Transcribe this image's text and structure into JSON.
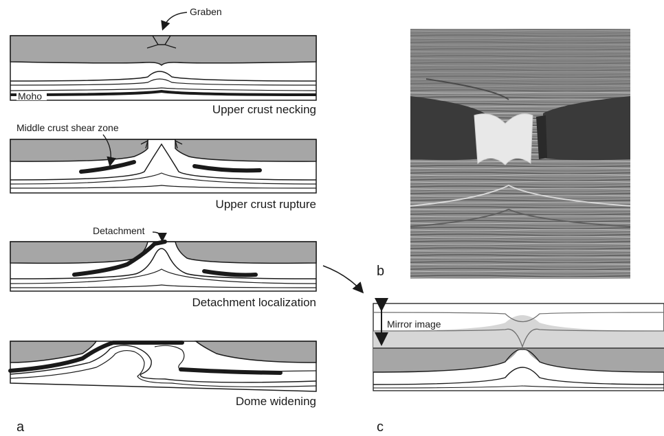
{
  "panel_a": {
    "letter": "a",
    "stages": [
      {
        "caption": "Upper crust necking"
      },
      {
        "caption": "Upper crust rupture"
      },
      {
        "caption": "Detachment localization"
      },
      {
        "caption": "Dome widening"
      }
    ],
    "annotations": {
      "graben": "Graben",
      "moho": "Moho",
      "shear_zone": "Middle crust shear zone",
      "detachment": "Detachment"
    }
  },
  "panel_b": {
    "letter": "b",
    "image": "photomicrograph of a boudinaged layer with white quartz-filled neck in banded rock"
  },
  "panel_c": {
    "letter": "c",
    "annotations": {
      "mirror": "Mirror image"
    }
  },
  "colors": {
    "upper_crust": "#a6a6a6",
    "mirror_layer": "#d6d6d6",
    "line": "#1a1a1a",
    "photo_base": "#8c8c8c"
  }
}
